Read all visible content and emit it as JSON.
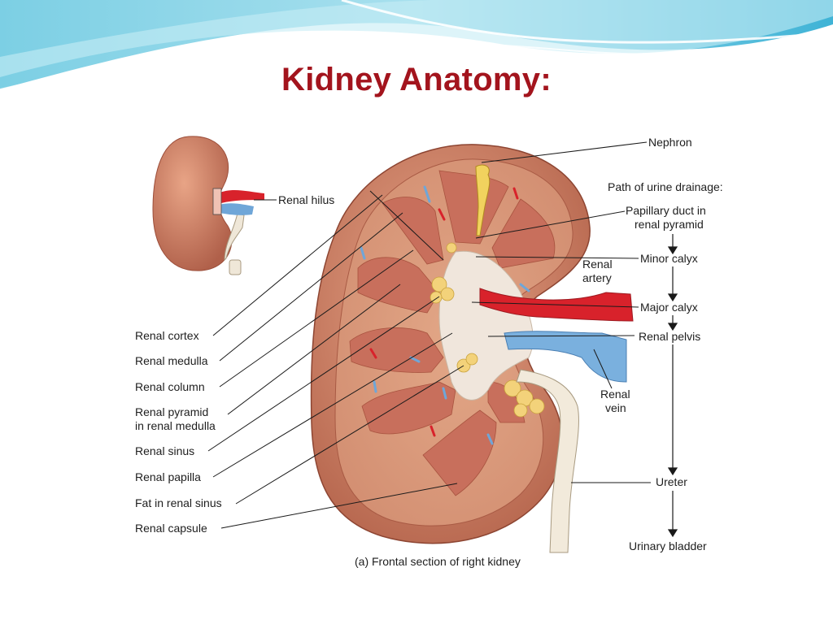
{
  "slide": {
    "title": "Kidney Anatomy:",
    "colors": {
      "title": "#a3141d",
      "banner": "#5ec3de",
      "artery": "#d8222b",
      "vein": "#6fa6d8",
      "kidney": "#c9785f"
    }
  },
  "diagram": {
    "inset_label": "Renal hilus",
    "left_labels": {
      "renal_cortex": "Renal cortex",
      "renal_medulla": "Renal medulla",
      "renal_column": "Renal column",
      "renal_pyramid_line1": "Renal pyramid",
      "renal_pyramid_line2": "in renal medulla",
      "renal_sinus": "Renal sinus",
      "renal_papilla": "Renal papilla",
      "fat_in_renal_sinus": "Fat in renal sinus",
      "renal_capsule": "Renal capsule"
    },
    "right_labels": {
      "nephron": "Nephron",
      "path_heading": "Path of urine drainage:",
      "papillary_duct_line1": "Papillary duct in",
      "papillary_duct_line2": "renal pyramid",
      "minor_calyx": "Minor calyx",
      "major_calyx": "Major calyx",
      "renal_pelvis": "Renal pelvis",
      "ureter": "Ureter",
      "urinary_bladder": "Urinary bladder"
    },
    "vessel_labels": {
      "renal_artery_line1": "Renal",
      "renal_artery_line2": "artery",
      "renal_vein_line1": "Renal",
      "renal_vein_line2": "vein"
    },
    "caption": "(a) Frontal section of right kidney"
  }
}
